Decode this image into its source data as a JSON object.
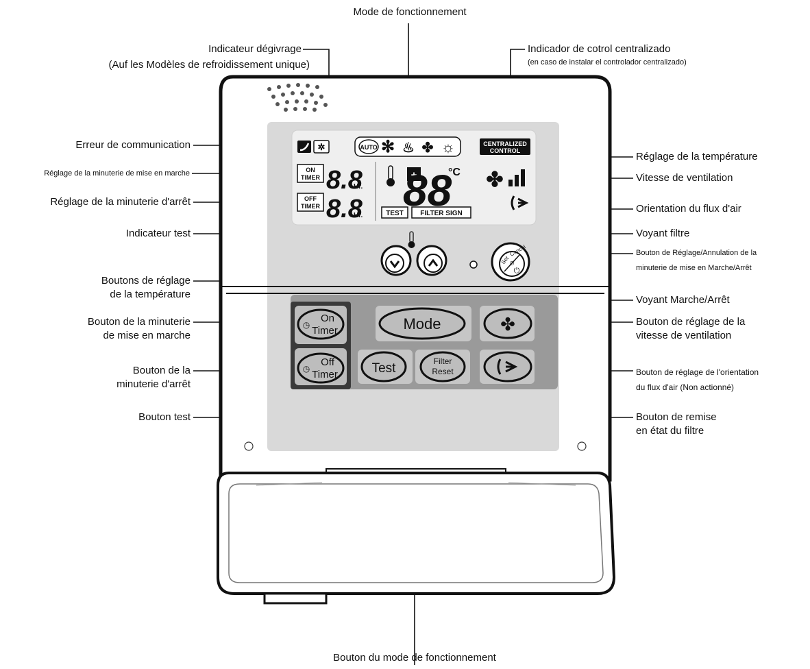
{
  "labels": {
    "operation_mode": "Mode de fonctionnement",
    "defrost_1": "Indicateur dégivrage",
    "defrost_2": "(Auf les Modèles de refroidissement unique)",
    "central_1": "Indicador de cotrol centralizado",
    "central_2": "(en caso de instalar el controlador centralizado)",
    "comm_error": "Erreur de communication",
    "on_timer_setting": "Réglage de la minuterie de mise en marche",
    "off_timer_setting": "Réglage de la minuterie d'arrêt",
    "test_indicator": "Indicateur test",
    "temp_buttons_1": "Boutons de réglage",
    "temp_buttons_2": "de la température",
    "on_timer_btn_1": "Bouton de la minuterie",
    "on_timer_btn_2": "de mise en marche",
    "off_timer_btn_1": "Bouton de la",
    "off_timer_btn_2": "minuterie d'arrêt",
    "test_btn": "Bouton test",
    "temp_setting": "Réglage de la température",
    "fan_speed": "Vitesse de ventilation",
    "airflow": "Orientation du flux d'air",
    "filter_light": "Voyant filtre",
    "set_cancel_1": "Bouton de Réglage/Annulation de la",
    "set_cancel_2": "minuterie de mise en Marche/Arrêt",
    "onoff_light": "Voyant Marche/Arrêt",
    "fan_btn_1": "Bouton de réglage de la",
    "fan_btn_2": "vitesse de ventilation",
    "airflow_btn_1": "Bouton de réglage de l'orientation",
    "airflow_btn_2": "du flux d'air (Non actionné)",
    "filter_reset_btn_1": "Bouton de remise",
    "filter_reset_btn_2": "en état du filtre",
    "mode_btn": "Bouton du mode de fonctionnement"
  },
  "display": {
    "centralized_1": "CENTRALIZED",
    "centralized_2": "CONTROL",
    "on": "ON",
    "off": "OFF",
    "timer": "TIMER",
    "digits": "8.8",
    "hr": "Hr.",
    "temp_digits": "88",
    "plus": "+",
    "deg": "°C",
    "test": "TEST",
    "filter_sign": "FILTER SIGN",
    "auto": "AUTO"
  },
  "buttons": {
    "on_1": "On",
    "on_2": "Timer",
    "off_1": "Off",
    "off_2": "Timer",
    "mode": "Mode",
    "test": "Test",
    "filter_1": "Filter",
    "filter_2": "Reset",
    "set": "Set",
    "cancel": "Cancel"
  },
  "colors": {
    "body_outline": "#111111",
    "face": "#d9d9d9",
    "lcd": "#efefef",
    "button_panel": "#9a9a9a",
    "button": "#bdbdbd"
  }
}
